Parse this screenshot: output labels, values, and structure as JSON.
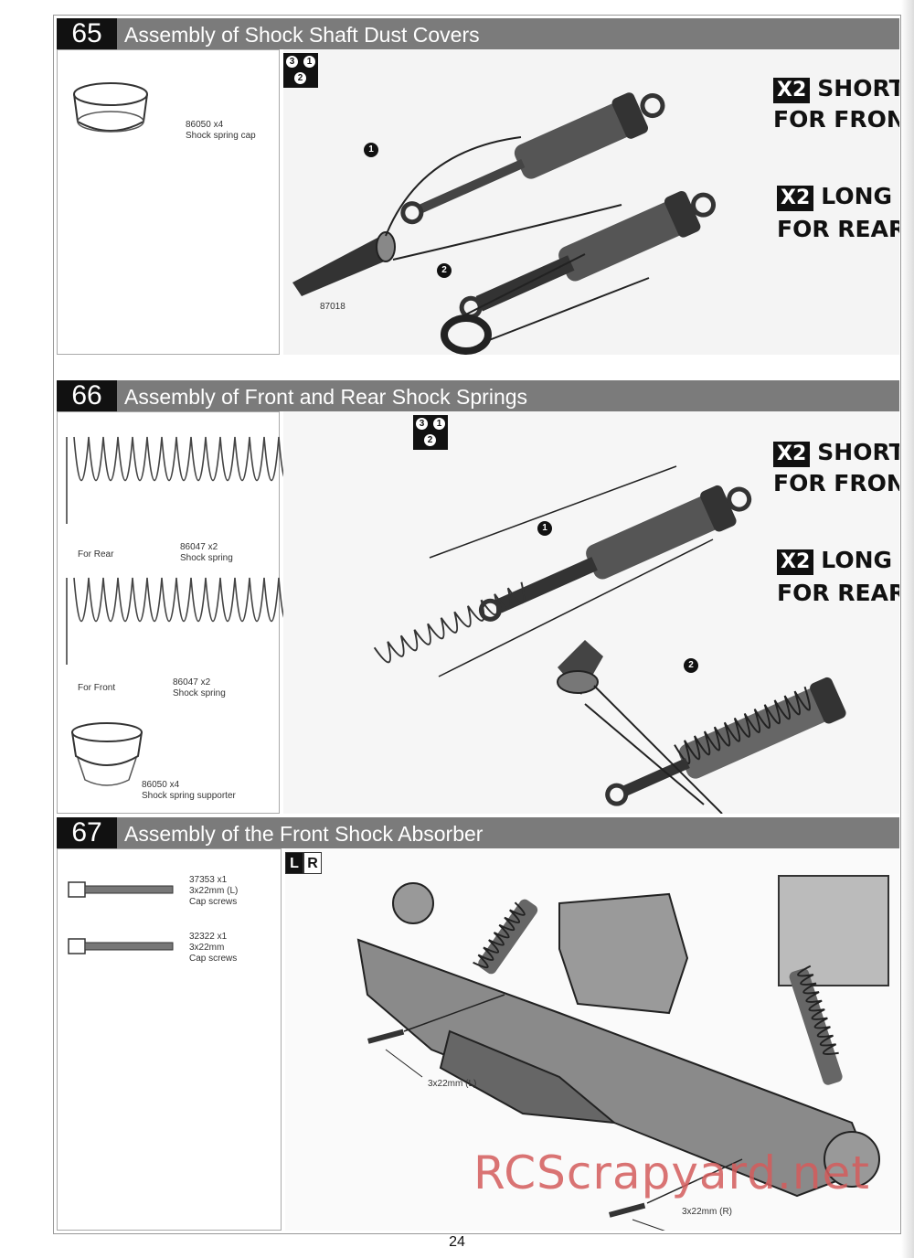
{
  "page_number": "24",
  "watermark": "RCScrapyard.net",
  "steps": [
    {
      "number": "65",
      "title": "Assembly of Shock Shaft Dust Covers",
      "sequence_icon": [
        "3",
        "1",
        "2"
      ],
      "parts": [
        {
          "part_no": "86050",
          "qty": "x4",
          "name": "Shock spring cap"
        }
      ],
      "diagram_labels": {
        "tool_part": "87018"
      },
      "callouts": [
        "1",
        "2"
      ],
      "labels": [
        {
          "qty": "X2",
          "line1": "SHORT",
          "line2": "FOR FRONT"
        },
        {
          "qty": "X2",
          "line1": "LONG",
          "line2": "FOR REAR"
        }
      ]
    },
    {
      "number": "66",
      "title": "Assembly of Front and Rear Shock Springs",
      "sequence_icon": [
        "3",
        "1",
        "2"
      ],
      "parts": [
        {
          "position": "For Rear",
          "part_no": "86047",
          "qty": "x2",
          "name": "Shock spring"
        },
        {
          "position": "For Front",
          "part_no": "86047",
          "qty": "x2",
          "name": "Shock spring"
        },
        {
          "part_no": "86050",
          "qty": "x4",
          "name": "Shock spring supporter"
        }
      ],
      "callouts": [
        "1",
        "2"
      ],
      "labels": [
        {
          "qty": "X2",
          "line1": "SHORT",
          "line2": "FOR FRONT"
        },
        {
          "qty": "X2",
          "line1": "LONG",
          "line2": "FOR REAR"
        }
      ]
    },
    {
      "number": "67",
      "title": "Assembly of the Front Shock Absorber",
      "side_icon": {
        "left": "L",
        "right": "R"
      },
      "parts": [
        {
          "part_no": "37353",
          "qty": "x1",
          "size": "3x22mm (L)",
          "name": "Cap screws"
        },
        {
          "part_no": "32322",
          "qty": "x1",
          "size": "3x22mm",
          "name": "Cap screws"
        }
      ],
      "diagram_labels": {
        "screw_left": "3x22mm (L)",
        "screw_right": "3x22mm (R)"
      }
    }
  ],
  "colors": {
    "header_bar": "#7b7b7b",
    "number_block": "#111111",
    "watermark": "#d45c5c"
  }
}
